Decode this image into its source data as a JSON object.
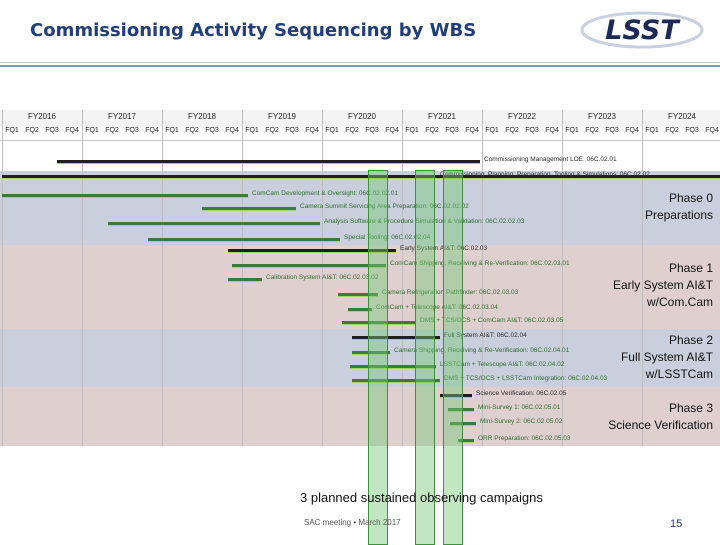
{
  "slide": {
    "title": "Commissioning Activity Sequencing by WBS",
    "logo_text": "LSST",
    "caption": "3 planned sustained observing campaigns",
    "footer": "SAC meeting • March 2017",
    "page_number": "15"
  },
  "gantt": {
    "fiscal_years": [
      "FY2016",
      "FY2017",
      "FY2018",
      "FY2019",
      "FY2020",
      "FY2021",
      "FY2022",
      "FY2023",
      "FY2024"
    ],
    "quarters": [
      "FQ1",
      "FQ2",
      "FQ3",
      "FQ4"
    ],
    "phases": [
      {
        "label_1": "Phase 0",
        "label_2": "Preparations",
        "label_3": "",
        "color": "#c9cfdc"
      },
      {
        "label_1": "Phase 1",
        "label_2": "Early System AI&T",
        "label_3": "w/Com.Cam",
        "color": "#e0cfcf"
      },
      {
        "label_1": "Phase 2",
        "label_2": "Full System AI&T",
        "label_3": "w/LSSTCam",
        "color": "#c9cfdc"
      },
      {
        "label_1": "Phase 3",
        "label_2": "Science Verification",
        "label_3": "",
        "color": "#e0cfcf"
      }
    ],
    "tasks": [
      {
        "label": "Commissioning Management LOE: 06C.02.01",
        "color": "#2b2b2b"
      },
      {
        "label": "Commissioning, Planning, Preparation, Tooling & Simulations: 06C.02.02",
        "color": "#2b2b2b"
      },
      {
        "label": "ComCam Development & Oversight: 06C.02.02.01",
        "color": "#2f6e2f"
      },
      {
        "label": "Camera Summit Servicing Area Preparation: 06C.02.02.02",
        "color": "#2f6e2f"
      },
      {
        "label": "Analysis Software & Procedure Simulation & Validation: 06C.02.02.03",
        "color": "#2f6e2f"
      },
      {
        "label": "Special Tooling: 06C.02.02.04",
        "color": "#2f6e2f"
      },
      {
        "label": "Early System AI&T: 06C.02.03",
        "color": "#2b2b2b"
      },
      {
        "label": "ComCam Shipping, Receiving & Re-Verification: 06C.02.03.01",
        "color": "#2f6e2f"
      },
      {
        "label": "Calibration System AI&T: 06C.02.03.02",
        "color": "#2f6e2f"
      },
      {
        "label": "Camera Refrigeration Pathfinder: 06C.02.03.03",
        "color": "#2f6e2f"
      },
      {
        "label": "ComCam + Telescope AI&T: 06C.02.03.04",
        "color": "#2f6e2f"
      },
      {
        "label": "DMS + TCS/OCS + ComCam AI&T: 06C.02.03.05",
        "color": "#2f6e2f"
      },
      {
        "label": "Full System AI&T: 06C.02.04",
        "color": "#2b2b2b"
      },
      {
        "label": "Camera Shipping, Receiving & Re-Verification: 06C.02.04.01",
        "color": "#2f6e2f"
      },
      {
        "label": "LSSTCam + Telescope AI&T: 06C.02.04.02",
        "color": "#2f6e2f"
      },
      {
        "label": "DMS + TCS/OCS + LSSTCam Integration: 06C.02.04.03",
        "color": "#2f6e2f"
      },
      {
        "label": "Science Verification: 06C.02.05",
        "color": "#2b2b2b"
      },
      {
        "label": "Mini-Survey 1: 06C.02.05.01",
        "color": "#2f6e2f"
      },
      {
        "label": "Mini-Survey 2: 06C.02.05.02",
        "color": "#2f6e2f"
      },
      {
        "label": "ORR Preparation: 06C.02.05.03",
        "color": "#2f6e2f"
      }
    ]
  }
}
